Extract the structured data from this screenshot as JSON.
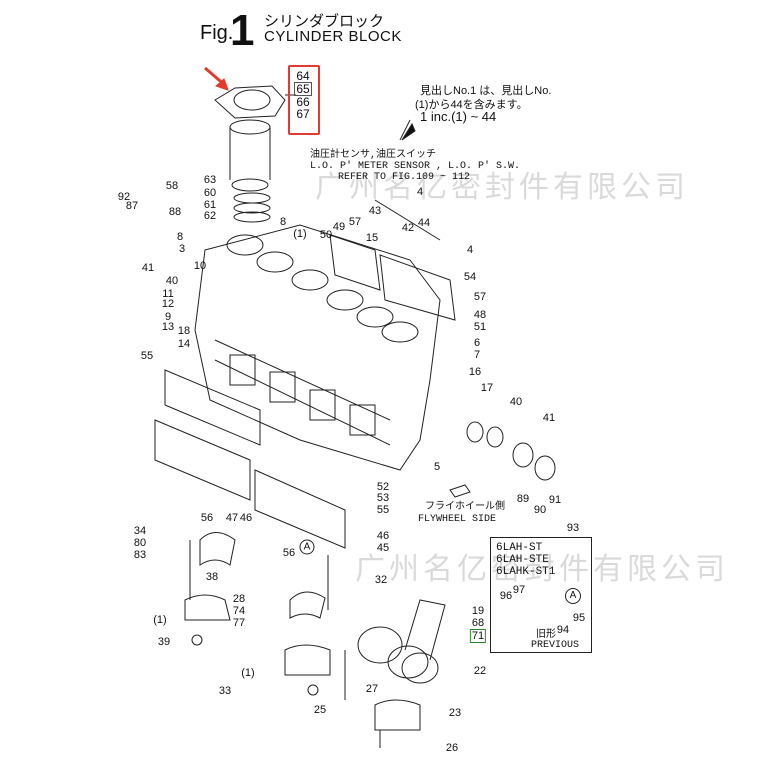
{
  "header": {
    "fig_prefix": "Fig.",
    "fig_number": "1",
    "title_jp": "シリンダブロック",
    "title_en": "CYLINDER BLOCK"
  },
  "highlight_stack": [
    "64",
    "65",
    "66",
    "67"
  ],
  "notes": {
    "include_jp_1": "見出しNo.1 は、見出しNo.",
    "include_jp_2": "(1)から44を含みます。",
    "include_en": "1 inc.(1) ~ 44",
    "sensor_jp": "油圧計センサ,油圧スイッチ",
    "sensor_en": "L.O. P' METER SENSOR , L.O. P' S.W.",
    "sensor_ref": "REFER TO FIG.109 ~ 112",
    "flywheel_jp": "フライホイール側",
    "flywheel_en": "FLYWHEEL SIDE"
  },
  "panel": {
    "models": [
      "6LAH-ST",
      "6LAH-STE",
      "6LAHK-ST1"
    ],
    "callouts": [
      "96",
      "97",
      "95",
      "94"
    ],
    "marker": "A",
    "previous_jp": "旧形",
    "previous_en": "PREVIOUS"
  },
  "marker": "A",
  "callouts": [
    "92",
    "87",
    "88",
    "41",
    "58",
    "63",
    "60",
    "61",
    "62",
    "8",
    "8",
    "3",
    "10",
    "40",
    "11",
    "12",
    "9",
    "13",
    "18",
    "14",
    "55",
    "(1)",
    "50",
    "49",
    "57",
    "43",
    "15",
    "42",
    "44",
    "4",
    "4",
    "54",
    "57",
    "48",
    "51",
    "6",
    "7",
    "16",
    "17",
    "40",
    "41",
    "5",
    "52",
    "53",
    "55",
    "46",
    "45",
    "56",
    "47",
    "46",
    "56",
    "89",
    "90",
    "91",
    "93",
    "34",
    "80",
    "83",
    "38",
    "32",
    "28",
    "74",
    "77",
    "(1)",
    "39",
    "(1)",
    "33",
    "25",
    "19",
    "68",
    "22",
    "27",
    "23",
    "26"
  ],
  "boxed_callout": "71",
  "watermark": "广州名亿密封件有限公司",
  "colors": {
    "highlight": "#e23b2e",
    "boxed_green": "#2a8a2a"
  }
}
